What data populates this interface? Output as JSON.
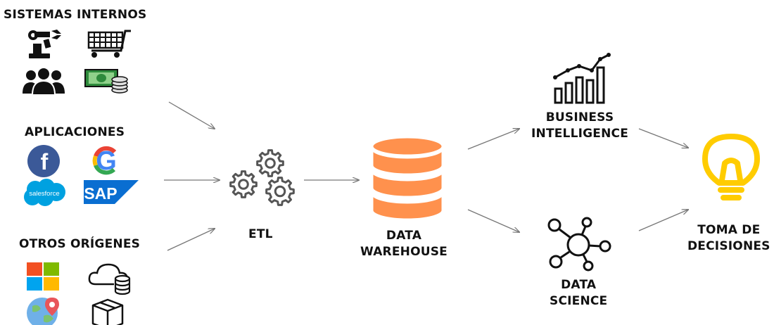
{
  "sources": {
    "internal_title": "SISTEMAS INTERNOS",
    "apps_title": "APLICACIONES",
    "other_title": "OTROS ORÍGENES",
    "icons": [
      "robot-arm-icon",
      "shopping-cart-icon",
      "people-group-icon",
      "money-coins-icon",
      "facebook-logo-icon",
      "google-logo-icon",
      "salesforce-logo-icon",
      "sap-logo-icon",
      "microsoft-logo-icon",
      "cloud-database-icon",
      "globe-location-icon",
      "package-box-icon"
    ]
  },
  "facebook_glyph": "f",
  "google_glyph": "G",
  "salesforce_text": "salesforce",
  "sap_text": "SAP",
  "etl": {
    "label": "ETL",
    "icon": "gears-icon"
  },
  "warehouse": {
    "line1": "DATA",
    "line2": "WAREHOUSE",
    "icon": "database-cylinder-icon",
    "color": "#FF914D"
  },
  "bi": {
    "line1": "BUSINESS",
    "line2": "INTELLIGENCE",
    "icon": "bar-chart-icon"
  },
  "ds": {
    "line1": "DATA",
    "line2": "SCIENCE",
    "icon": "network-nodes-icon"
  },
  "decision": {
    "line1": "TOMA DE",
    "line2": "DECISIONES",
    "icon": "lightbulb-icon",
    "color": "#FFCC00"
  },
  "colors": {
    "facebook": "#3b5998",
    "salesforce": "#00A1E0",
    "sap": "#0a6ed1",
    "arrow": "#777777",
    "gear": "#555555"
  }
}
